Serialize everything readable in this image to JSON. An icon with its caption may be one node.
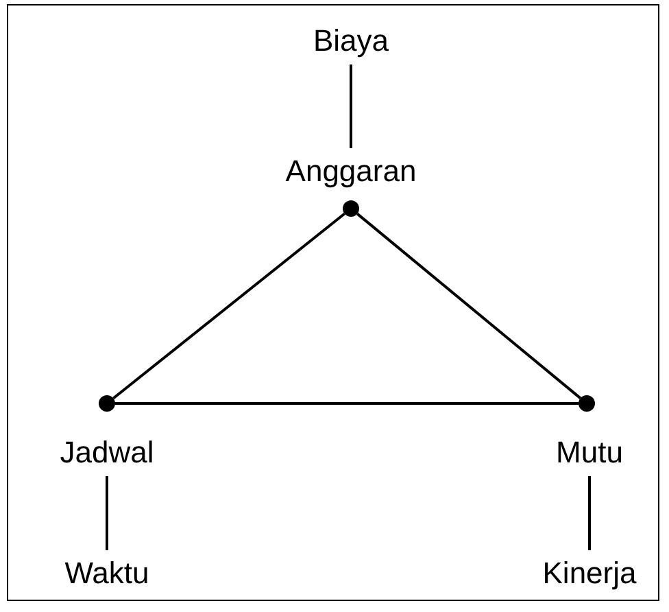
{
  "diagram": {
    "nodes": [
      {
        "text": [
          "Biaya"
        ]
      },
      {
        "text": [
          "Anggaran"
        ]
      },
      {
        "text": [],
        "shape": "circle"
      },
      {
        "text": [],
        "shape": "circle"
      },
      {
        "text": [],
        "shape": "circle"
      },
      {
        "text": [
          "Jadwal"
        ]
      },
      {
        "text": [
          "Mutu"
        ]
      },
      {
        "text": [
          "Waktu"
        ]
      },
      {
        "text": [
          "Kinerja"
        ]
      }
    ],
    "edges": [
      {
        "from": 0,
        "to": 1,
        "arrow": "none"
      },
      {
        "from": 2,
        "to": 3,
        "arrow": "none"
      },
      {
        "from": 2,
        "to": 4,
        "arrow": "none"
      },
      {
        "from": 3,
        "to": 4,
        "arrow": "none"
      },
      {
        "from": 5,
        "to": 7,
        "arrow": "none"
      },
      {
        "from": 6,
        "to": 8,
        "arrow": "none"
      }
    ]
  }
}
